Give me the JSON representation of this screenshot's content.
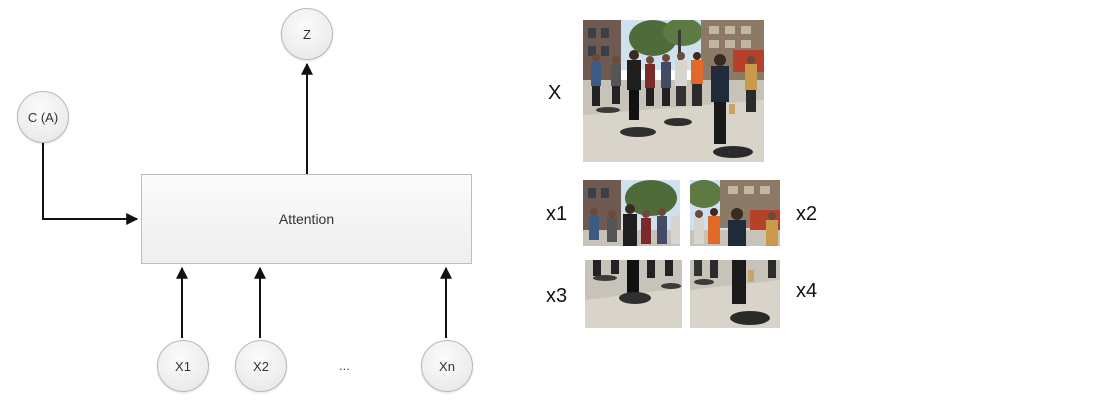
{
  "diagram": {
    "nodes": {
      "z": "Z",
      "c": "C (A)",
      "attention": "Attention",
      "x1": "X1",
      "x2": "X2",
      "ellipsis": "...",
      "xn": "Xn"
    }
  },
  "crops": {
    "full": "X",
    "x1": "x1",
    "x2": "x2",
    "x3": "x3",
    "x4": "x4"
  }
}
